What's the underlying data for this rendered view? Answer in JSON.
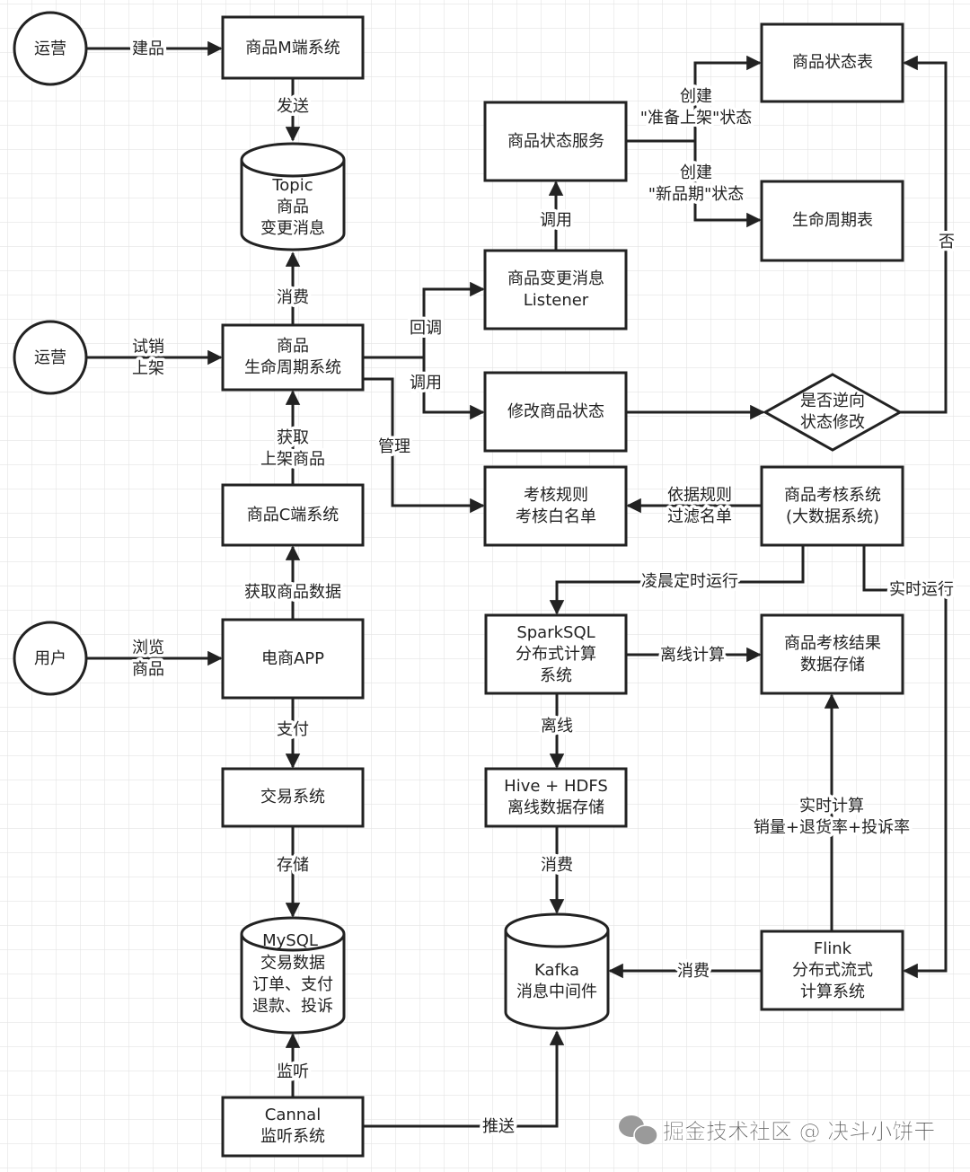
{
  "nodes": {
    "op1": "运营",
    "op2": "运营",
    "user": "用户",
    "m_system": "商品M端系统",
    "topic": [
      "Topic",
      "商品",
      "变更消息"
    ],
    "lifecycle_system": [
      "商品",
      "生命周期系统"
    ],
    "c_system": "商品C端系统",
    "app": "电商APP",
    "trade": "交易系统",
    "mysql": [
      "MySQL",
      "交易数据",
      "订单、支付",
      "退款、投诉"
    ],
    "cannal": [
      "Cannal",
      "监听系统"
    ],
    "status_service": "商品状态服务",
    "listener": [
      "商品变更消息",
      "Listener"
    ],
    "modify_status": "修改商品状态",
    "rules": [
      "考核规则",
      "考核白名单"
    ],
    "sparksql": [
      "SparkSQL",
      "分布式计算",
      "系统"
    ],
    "hive": [
      "Hive + HDFS",
      "离线数据存储"
    ],
    "kafka": [
      "Kafka",
      "消息中间件"
    ],
    "status_table": "商品状态表",
    "lifecycle_table": "生命周期表",
    "decision": [
      "是否逆向",
      "状态修改"
    ],
    "assessment_system": [
      "商品考核系统",
      "(大数据系统)"
    ],
    "assessment_result": [
      "商品考核结果",
      "数据存储"
    ],
    "flink": [
      "Flink",
      "分布式流式",
      "计算系统"
    ]
  },
  "edges": {
    "build": "建品",
    "send": "发送",
    "consume_topic": "消费",
    "trial": [
      "试销",
      "上架"
    ],
    "fetch_listed": [
      "获取",
      "上架商品"
    ],
    "fetch_data": "获取商品数据",
    "browse": [
      "浏览",
      "商品"
    ],
    "pay": "支付",
    "store": "存储",
    "listen": "监听",
    "push": "推送",
    "callback": "回调",
    "invoke1": "调用",
    "manage": "管理",
    "invoke2": "调用",
    "create_ready": [
      "创建",
      "\"准备上架\"状态"
    ],
    "create_new": [
      "创建",
      "\"新品期\"状态"
    ],
    "no": "否",
    "filter": [
      "依据规则",
      "过滤名单"
    ],
    "nightly": "凌晨定时运行",
    "realtime_run": "实时运行",
    "offline_calc": "离线计算",
    "offline": "离线",
    "consume_hive": "消费",
    "consume_flink": "消费",
    "realtime_calc": [
      "实时计算",
      "销量+退货率+投诉率"
    ]
  },
  "watermark": "掘金技术社区 @ 决斗小饼干",
  "colors": {
    "line": "#222222",
    "grid": "#e4e4e4",
    "background": "#ffffff"
  }
}
